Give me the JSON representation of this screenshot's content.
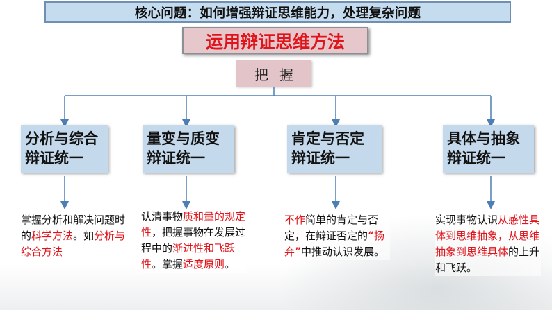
{
  "core_question": "核心问题：如何增强辩证思维能力，处理复杂问题",
  "method_title": "运用辩证思维方法",
  "grasp_label": "把握",
  "categories": [
    {
      "line1": "分析与综合",
      "line2": "辩证统一",
      "description": [
        {
          "text": "掌握分析和解决问题时的",
          "highlight": false
        },
        {
          "text": "科学方法",
          "highlight": true
        },
        {
          "text": "。如",
          "highlight": false
        },
        {
          "text": "分析与综合方法",
          "highlight": true
        }
      ]
    },
    {
      "line1": "量变与质变",
      "line2": "辩证统一",
      "description": [
        {
          "text": "认清事物",
          "highlight": false
        },
        {
          "text": "质和量的规定性",
          "highlight": true
        },
        {
          "text": "，把握事物在发展过程中的",
          "highlight": false
        },
        {
          "text": "渐进性和飞跃性",
          "highlight": true
        },
        {
          "text": "。掌握",
          "highlight": false
        },
        {
          "text": "适度原则",
          "highlight": true
        },
        {
          "text": "。",
          "highlight": false
        }
      ]
    },
    {
      "line1": "肯定与否定",
      "line2": "辩证统一",
      "description": [
        {
          "text": "不作",
          "highlight": true
        },
        {
          "text": "简单的肯定与否定，在辩证否定的",
          "highlight": false
        },
        {
          "text": "“扬弃”",
          "highlight": true
        },
        {
          "text": "中推动认识发展。",
          "highlight": false
        }
      ]
    },
    {
      "line1": "具体与抽象",
      "line2": "辩证统一",
      "description": [
        {
          "text": "实现事物认识",
          "highlight": false
        },
        {
          "text": "从感性具体到思维抽象，从思维抽象到思维具体",
          "highlight": true
        },
        {
          "text": "的上升和飞跃。",
          "highlight": false
        }
      ]
    }
  ],
  "colors": {
    "accent_red": "#e0141b",
    "core_box": "#c5dcef",
    "category_box": "#c5d9ec",
    "method_box": "#e5c7cc",
    "connector": "#4e7fb4"
  }
}
